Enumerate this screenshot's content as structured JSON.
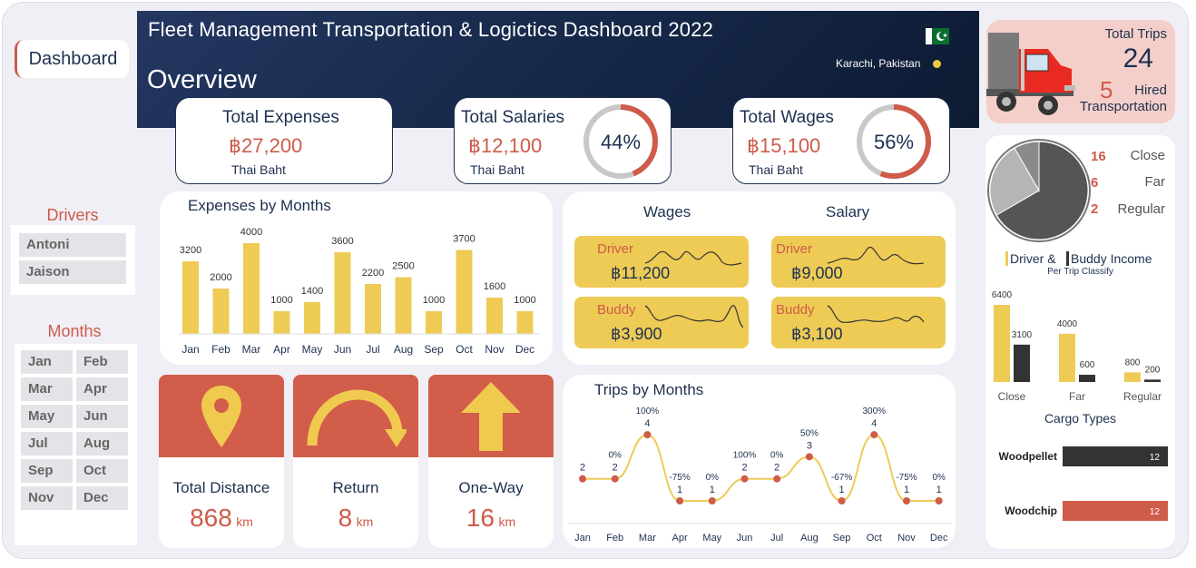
{
  "header": {
    "title": "Fleet Management Transportation & Logictics Dashboard 2022",
    "overview": "Overview",
    "location": "Karachi, Pakistan"
  },
  "nav": {
    "dashboard": "Dashboard"
  },
  "drivers": {
    "title": "Drivers",
    "items": [
      "Antoni",
      "Jaison"
    ]
  },
  "months": {
    "title": "Months",
    "items": [
      "Jan",
      "Feb",
      "Mar",
      "Apr",
      "May",
      "Jun",
      "Jul",
      "Aug",
      "Sep",
      "Oct",
      "Nov",
      "Dec"
    ]
  },
  "kpis": {
    "expenses": {
      "label": "Total Expenses",
      "value": "฿27,200",
      "unit": "Thai Baht"
    },
    "salaries": {
      "label": "Total Salaries",
      "value": "฿12,100",
      "unit": "Thai Baht",
      "pct": "44%",
      "pct_value": 0.44
    },
    "wages": {
      "label": "Total Wages",
      "value": "฿15,100",
      "unit": "Thai Baht",
      "pct": "56%",
      "pct_value": 0.56
    }
  },
  "trips_box": {
    "total_label": "Total Trips",
    "total": "24",
    "hired": "5",
    "hired_label1": "Hired",
    "hired_label2": "Transportation"
  },
  "expenses_chart": {
    "title": "Expenses by Months"
  },
  "wages_panel": {
    "wages_title": "Wages",
    "salary_title": "Salary",
    "boxes": [
      {
        "label": "Driver",
        "value": "฿11,200"
      },
      {
        "label": "Buddy",
        "value": "฿3,900"
      },
      {
        "label": "Driver",
        "value": "฿9,000"
      },
      {
        "label": "Buddy",
        "value": "฿3,100"
      }
    ]
  },
  "tiles": [
    {
      "label": "Total Distance",
      "value": "868",
      "unit": "km"
    },
    {
      "label": "Return",
      "value": "8",
      "unit": "km"
    },
    {
      "label": "One-Way",
      "value": "16",
      "unit": "km"
    }
  ],
  "trips_chart": {
    "title": "Trips by Months"
  },
  "classify": {
    "close_n": "16",
    "close": "Close",
    "far_n": "6",
    "far": "Far",
    "regular_n": "2",
    "regular": "Regular",
    "income_title_a": "Driver &",
    "income_title_b": "Buddy Income",
    "income_sub": "Per Trip Classify"
  },
  "cargo": {
    "title": "Cargo Types"
  },
  "colors": {
    "yellow": "#eecb55",
    "red": "#cf5b4a",
    "navy": "#1e3050",
    "dark": "#333333"
  },
  "chart_data": [
    {
      "type": "bar",
      "title": "Expenses by Months",
      "categories": [
        "Jan",
        "Feb",
        "Mar",
        "Apr",
        "May",
        "Jun",
        "Jul",
        "Aug",
        "Sep",
        "Oct",
        "Nov",
        "Dec"
      ],
      "values": [
        3200,
        2000,
        4000,
        1000,
        1400,
        3600,
        2200,
        2500,
        1000,
        3700,
        1600,
        1000
      ]
    },
    {
      "type": "line",
      "title": "Trips by Months",
      "categories": [
        "Jan",
        "Feb",
        "Mar",
        "Apr",
        "May",
        "Jun",
        "Jul",
        "Aug",
        "Sep",
        "Oct",
        "Nov",
        "Dec"
      ],
      "values": [
        2,
        2,
        4,
        1,
        1,
        2,
        2,
        3,
        1,
        4,
        1,
        1
      ],
      "labels": [
        "",
        "0%",
        "100%",
        "-75%",
        "0%",
        "100%",
        "0%",
        "50%",
        "-67%",
        "300%",
        "-75%",
        "0%"
      ]
    },
    {
      "type": "pie",
      "categories": [
        "Close",
        "Far",
        "Regular"
      ],
      "values": [
        16,
        6,
        2
      ]
    },
    {
      "type": "bar",
      "title": "Driver & Buddy Income",
      "categories": [
        "Close",
        "Far",
        "Regular"
      ],
      "series": [
        {
          "name": "Driver",
          "values": [
            6400,
            4000,
            800
          ]
        },
        {
          "name": "Buddy",
          "values": [
            3100,
            600,
            200
          ]
        }
      ]
    },
    {
      "type": "bar",
      "title": "Cargo Types",
      "categories": [
        "Woodpellet",
        "Woodchip"
      ],
      "values": [
        12,
        12
      ]
    }
  ]
}
